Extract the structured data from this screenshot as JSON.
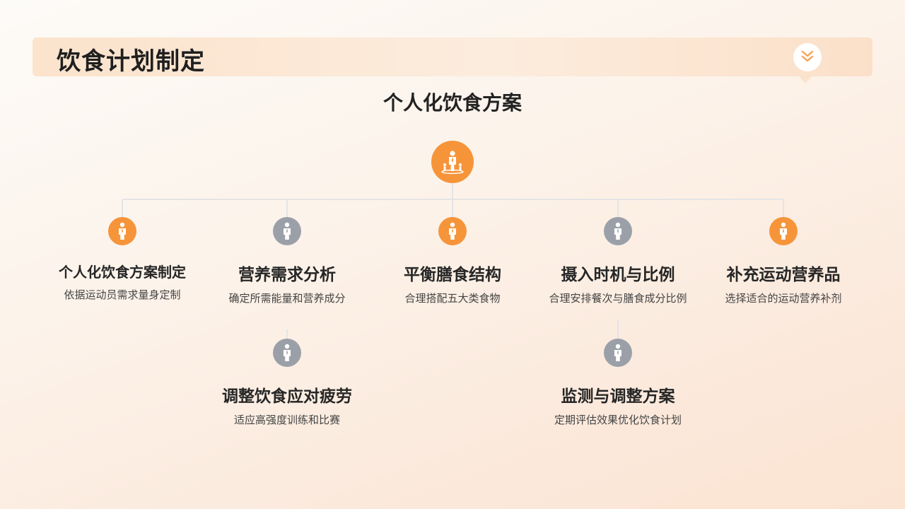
{
  "header": {
    "title": "饮食计划制定",
    "badge_icon": "double-chevron-down-icon"
  },
  "diagram": {
    "root": {
      "title": "个人化饮食方案",
      "icon": "person-podium-icon",
      "color": "#f6943a"
    },
    "nodes": [
      {
        "title": "个人化饮食方案制定",
        "desc": "依据运动员需求量身定制",
        "icon": "person-icon",
        "color": "orange"
      },
      {
        "title": "营养需求分析",
        "desc": "确定所需能量和营养成分",
        "icon": "person-icon",
        "color": "gray"
      },
      {
        "title": "平衡膳食结构",
        "desc": "合理搭配五大类食物",
        "icon": "person-icon",
        "color": "orange"
      },
      {
        "title": "摄入时机与比例",
        "desc": "合理安排餐次与膳食成分比例",
        "icon": "person-icon",
        "color": "gray"
      },
      {
        "title": "补充运动营养品",
        "desc": "选择适合的运动营养补剂",
        "icon": "person-icon",
        "color": "orange"
      },
      {
        "title": "调整饮食应对疲劳",
        "desc": "适应高强度训练和比赛",
        "icon": "person-icon",
        "color": "gray"
      },
      {
        "title": "监测与调整方案",
        "desc": "定期评估效果优化饮食计划",
        "icon": "person-icon",
        "color": "gray"
      }
    ]
  },
  "colors": {
    "accent": "#f6943a",
    "neutral": "#9ba0a8"
  }
}
